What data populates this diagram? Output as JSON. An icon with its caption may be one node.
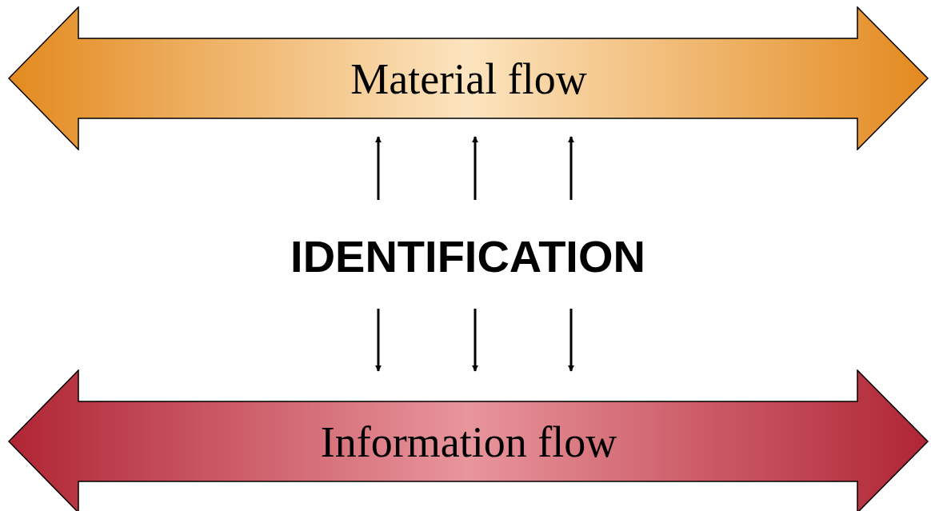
{
  "diagram": {
    "nodes": [
      {
        "text": [
          "Material flow"
        ]
      },
      {
        "text": [
          "IDENTIFICATION"
        ]
      },
      {
        "text": [
          "Information flow"
        ]
      }
    ],
    "edges": [
      {
        "from": 1,
        "to": 0,
        "arrow": "to"
      },
      {
        "from": 1,
        "to": 0,
        "arrow": "to"
      },
      {
        "from": 1,
        "to": 0,
        "arrow": "to"
      },
      {
        "from": 1,
        "to": 2,
        "arrow": "to"
      },
      {
        "from": 1,
        "to": 2,
        "arrow": "to"
      },
      {
        "from": 1,
        "to": 2,
        "arrow": "to"
      }
    ]
  }
}
